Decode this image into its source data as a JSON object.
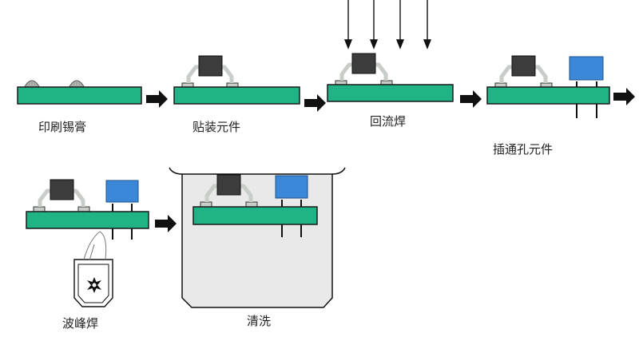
{
  "steps": [
    {
      "id": "print",
      "label": "印刷锡膏"
    },
    {
      "id": "mount",
      "label": "贴装元件"
    },
    {
      "id": "reflow",
      "label": "回流焊"
    },
    {
      "id": "tht",
      "label": "插通孔元件"
    },
    {
      "id": "wave",
      "label": "波峰焊"
    },
    {
      "id": "clean",
      "label": "清洗"
    }
  ],
  "colors": {
    "board": "#1fb386",
    "board_stroke": "#1a1a1a",
    "chip": "#3c3c3c",
    "lead": "#c9cdc9",
    "blue_component": "#3b88d8",
    "tank_fill": "#e9e9e9",
    "arrow": "#111111"
  }
}
